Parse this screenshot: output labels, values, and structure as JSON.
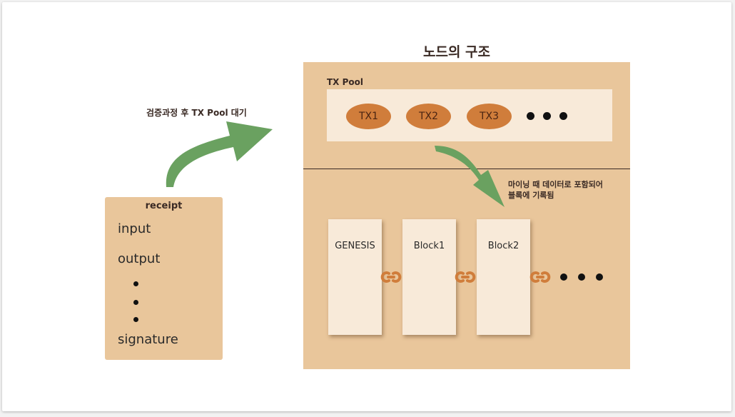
{
  "title": "노드의 구조",
  "tx_pool": {
    "label": "TX Pool",
    "transactions": [
      "TX1",
      "TX2",
      "TX3"
    ]
  },
  "blocks": [
    "GENESIS",
    "Block1",
    "Block2"
  ],
  "mining_note": [
    "마이닝 때 데이터로 포함되어",
    "블록에 기록됨"
  ],
  "verify_note": "검증과정 후 TX Pool 대기",
  "receipt": {
    "title": "receipt",
    "items": [
      "input",
      "output",
      "signature"
    ]
  },
  "colors": {
    "node_bg": "#e9c69b",
    "pool_bg": "#f8ead9",
    "tx_fill": "#d07d3b",
    "arrow": "#6aa160",
    "link_icon": "#d07d3b"
  },
  "icons": [
    "chain-link-icon",
    "ellipsis-dots",
    "curved-arrow"
  ]
}
